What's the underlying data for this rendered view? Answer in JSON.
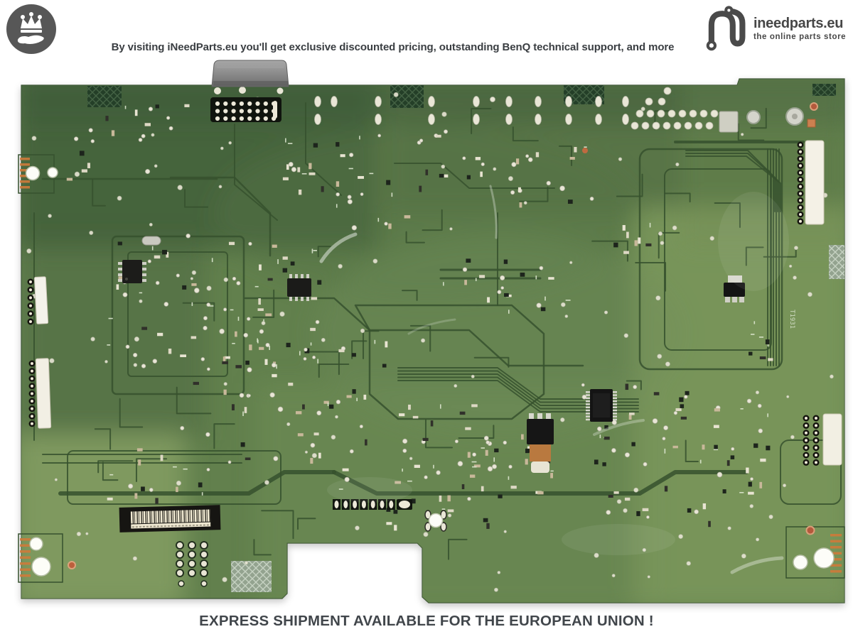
{
  "header": {
    "badge_icon": "crown-in-hand",
    "promo_text": "By visiting iNeedParts.eu you'll get exclusive discounted pricing, outstanding BenQ technical support, and more",
    "brand": {
      "logo_icon": "circuit-letter-n",
      "name": "ineedparts.eu",
      "tagline": "the online parts store"
    }
  },
  "photo": {
    "subject": "rear view of green monitor mainboard PCB",
    "silk_label": "T1931",
    "colors": {
      "board_base": "#62804e",
      "board_dark": "#3f5c38",
      "board_light": "#8ea766",
      "trace": "#36512e",
      "pad": "#e9e6d6",
      "connector_shell": "#8c8c8c",
      "label_bg": "#161512",
      "label_paper": "#f0e9d2",
      "fiducial": "#bc5f3c"
    }
  },
  "footer": {
    "shipping_text": "EXPRESS SHIPMENT AVAILABLE FOR THE EUROPEAN UNION !"
  }
}
